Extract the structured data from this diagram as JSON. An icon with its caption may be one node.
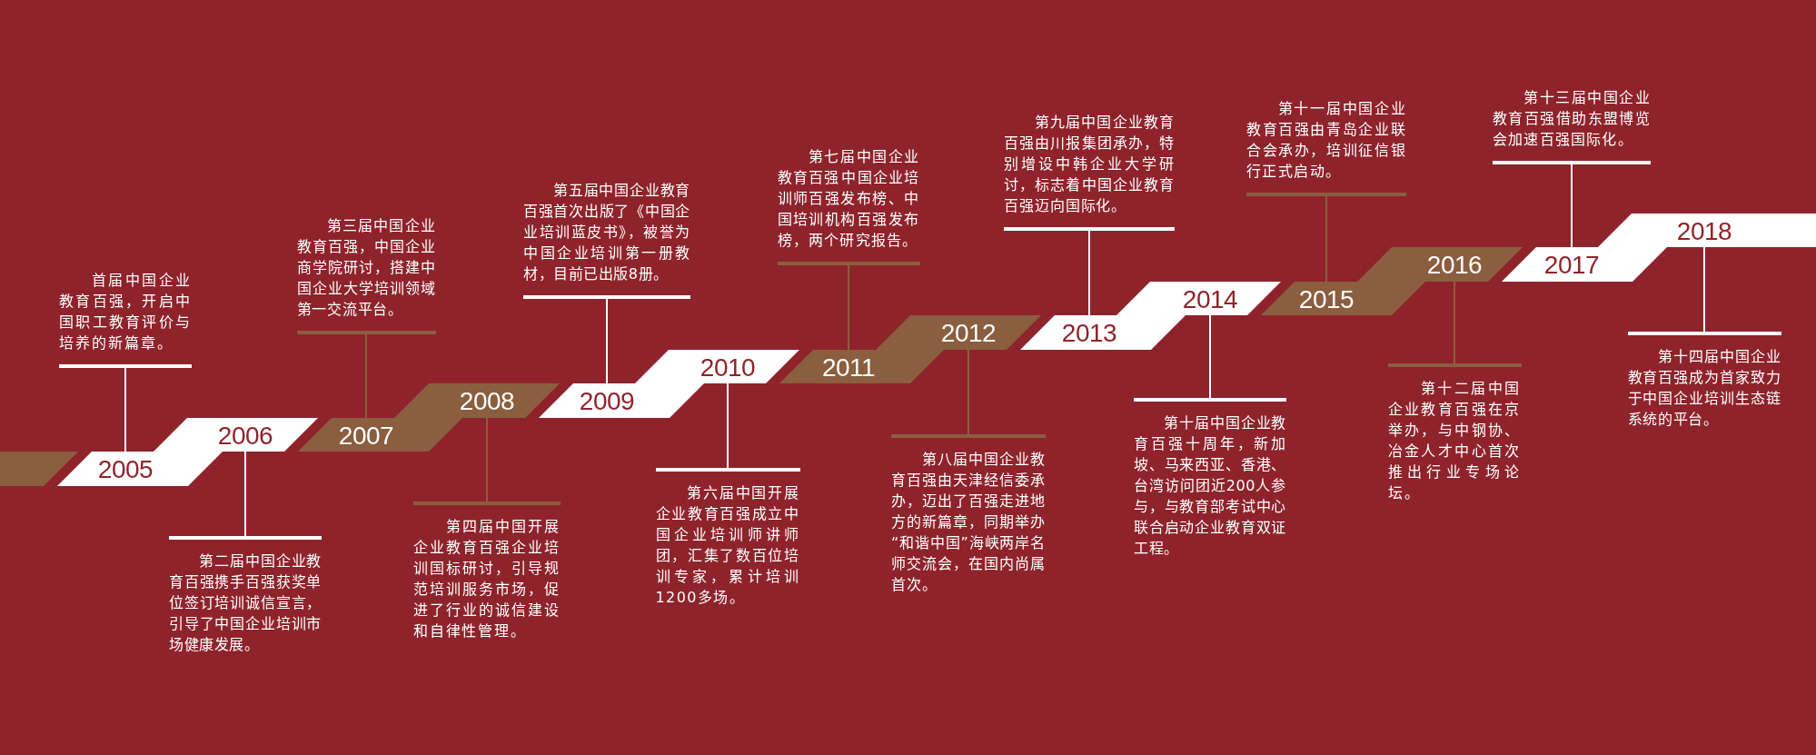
{
  "diagram": {
    "nodes": [
      {
        "text": [],
        "shape": "parallelogram"
      },
      {
        "text": [
          "2005"
        ]
      },
      {
        "text": [
          "首届中国企业教育百强，开启中国职工教育评价与培养的新篇章。"
        ]
      },
      {
        "text": [
          "2006"
        ]
      },
      {
        "text": [
          "第二届中国企业教育百强携手百强获奖单位签订培训诚信宣言，引导了中国企业培训市场健康发展。"
        ]
      },
      {
        "text": [
          "2007"
        ]
      },
      {
        "text": [
          "第三届中国企业教育百强，中国企业商学院研讨，搭建中国企业大学培训领域第一交流平台。"
        ]
      },
      {
        "text": [
          "2008"
        ]
      },
      {
        "text": [
          "第四届中国开展企业教育百强企业培训国标研讨，引导规范培训服务市场，促进了行业的诚信建设和自律性管理。"
        ]
      },
      {
        "text": [
          "2009"
        ]
      },
      {
        "text": [
          "第五届中国企业教育百强首次出版了《中国企业培训蓝皮书》，被誉为中国企业培训第一册教材，目前已出版8册。"
        ]
      },
      {
        "text": [
          "2010"
        ]
      },
      {
        "text": [
          "第六届中国开展企业教育百强成立中国企业培训师讲师团，汇集了数百位培训专家，累计培训1200多场。"
        ]
      },
      {
        "text": [
          "2011"
        ]
      },
      {
        "text": [
          "第七届中国企业教育百强 中国企业培训师百强发布榜、中国培训机构百强发布榜，两个研究报告。"
        ]
      },
      {
        "text": [
          "2012"
        ]
      },
      {
        "text": [
          "第八届中国企业教育百强由天津经信委承办，迈出了百强走进地方的新篇章，同期举办“和谐中国”海峡两岸名师交流会，在国内尚属首次。"
        ]
      },
      {
        "text": [
          "2013"
        ]
      },
      {
        "text": [
          "第九届中国企业教育百强由川报集团承办，特别增设中韩企业大学研讨，标志着中国企业教育百强迈向国际化。"
        ]
      },
      {
        "text": [
          "2014"
        ]
      },
      {
        "text": [
          "第十届中国企业教育百强十周年，新加坡、马来西亚、香港、台湾访问团近200人参与，与教育部考试中心联合启动企业教育双证工程。"
        ]
      },
      {
        "text": [
          "2015"
        ]
      },
      {
        "text": [
          "第十一届中国企业教育百强由青岛企业联合会承办，培训征信银行正式启动。"
        ]
      },
      {
        "text": [
          "2016"
        ]
      },
      {
        "text": [
          "第十二届中国企业教育百强在京举办，与中钢协、冶金人才中心首次推出行业专场论坛。"
        ]
      },
      {
        "text": [
          "2017"
        ]
      },
      {
        "text": [
          "第十三届中国企业教育百强借助东盟博览会加速百强国际化。"
        ]
      },
      {
        "text": [
          "2018"
        ]
      },
      {
        "text": [
          "第十四届中国企业教育百强成为首家致力于中国企业培训生态链系统的平台。"
        ]
      }
    ],
    "edges": [
      {
        "from": 1,
        "to": 2,
        "arrow": "none"
      },
      {
        "from": 3,
        "to": 4,
        "arrow": "none"
      },
      {
        "from": 5,
        "to": 6,
        "arrow": "none",
        "color": "#8a5e3e"
      },
      {
        "from": 7,
        "to": 8,
        "arrow": "none",
        "color": "#8a5e3e"
      },
      {
        "from": 9,
        "to": 10,
        "arrow": "none"
      },
      {
        "from": 11,
        "to": 12,
        "arrow": "none"
      },
      {
        "from": 13,
        "to": 14,
        "arrow": "none",
        "color": "#8a5e3e"
      },
      {
        "from": 15,
        "to": 16,
        "arrow": "none",
        "color": "#8a5e3e"
      },
      {
        "from": 17,
        "to": 18,
        "arrow": "none"
      },
      {
        "from": 19,
        "to": 20,
        "arrow": "none"
      },
      {
        "from": 21,
        "to": 22,
        "arrow": "none",
        "color": "#8a5e3e"
      },
      {
        "from": 23,
        "to": 24,
        "arrow": "none",
        "color": "#8a5e3e"
      },
      {
        "from": 25,
        "to": 26,
        "arrow": "none"
      },
      {
        "from": 27,
        "to": 28,
        "arrow": "none"
      }
    ]
  }
}
